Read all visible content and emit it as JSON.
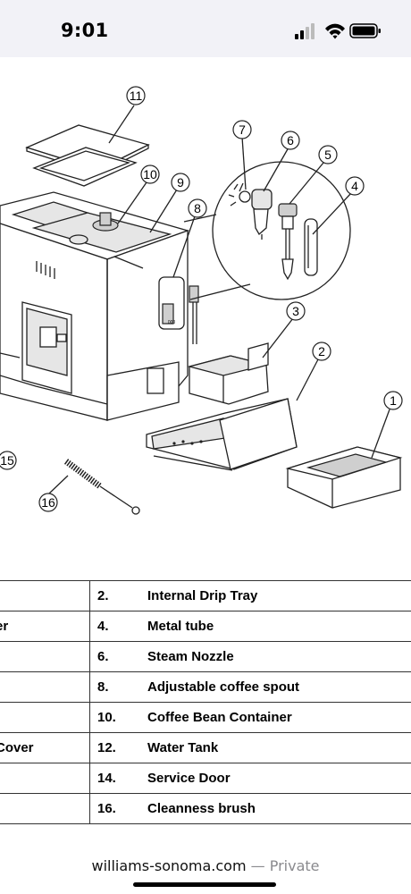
{
  "status_bar": {
    "time": "9:01"
  },
  "diagram": {
    "callouts": [
      "1",
      "2",
      "3",
      "4",
      "5",
      "6",
      "7",
      "8",
      "9",
      "10",
      "11",
      "15",
      "16"
    ],
    "dispenser_label": "000"
  },
  "parts_table": {
    "rows": [
      {
        "left": "",
        "num": "2.",
        "name": "Internal Drip Tray"
      },
      {
        "left": "er",
        "num": "4.",
        "name": "Metal tube"
      },
      {
        "left": "",
        "num": "6.",
        "name": "Steam Nozzle"
      },
      {
        "left": "",
        "num": "8.",
        "name": "Adjustable coffee spout"
      },
      {
        "left": "",
        "num": "10.",
        "name": "Coffee Bean Container"
      },
      {
        "left": "Cover",
        "num": "12.",
        "name": "Water Tank"
      },
      {
        "left": "",
        "num": "14.",
        "name": "Service Door"
      },
      {
        "left": "",
        "num": "16.",
        "name": "Cleanness brush"
      }
    ]
  },
  "browser": {
    "domain": "williams-sonoma.com",
    "private_label": " — Private"
  }
}
